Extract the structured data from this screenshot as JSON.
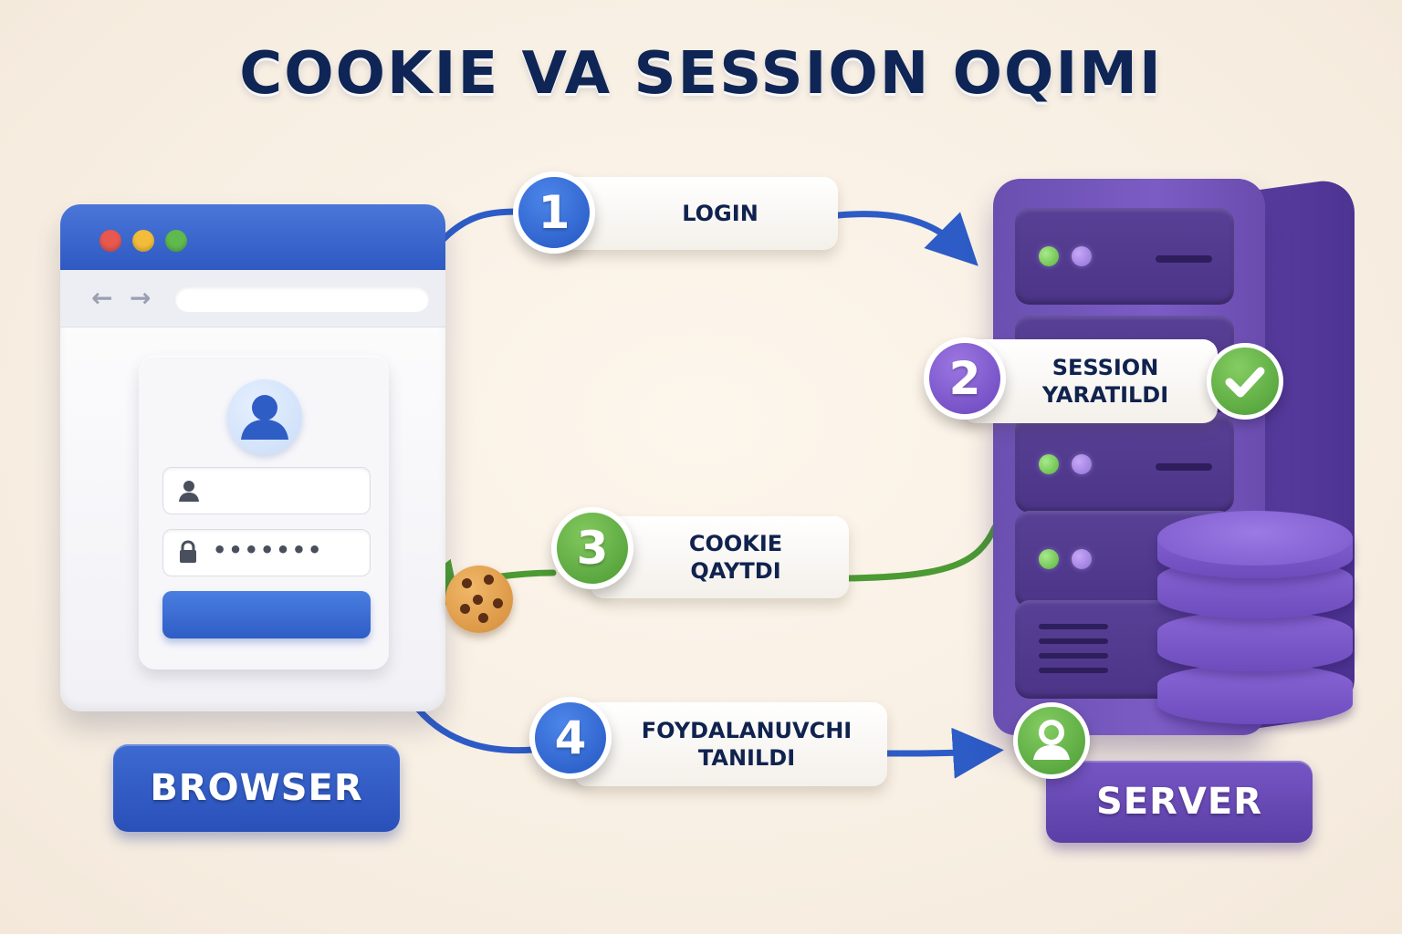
{
  "title": "COOKIE VA SESSION OQIMI",
  "colors": {
    "title": "#0e2556",
    "browser_blue": "#2f59c3",
    "server_purple": "#6a4fb0",
    "step_blue": "#2557c2",
    "step_purple": "#6a45bd",
    "step_green": "#4c9a34"
  },
  "browser": {
    "tag": "BROWSER",
    "nav_back_icon": "arrow-left-icon",
    "nav_forward_icon": "arrow-right-icon",
    "password_mask": "•••••••"
  },
  "server": {
    "tag": "SERVER"
  },
  "steps": [
    {
      "number": "1",
      "lines": [
        "LOGIN"
      ]
    },
    {
      "number": "2",
      "lines": [
        "SESSION",
        "YARATILDI"
      ]
    },
    {
      "number": "3",
      "lines": [
        "COOKIE",
        "QAYTDI"
      ]
    },
    {
      "number": "4",
      "lines": [
        "FOYDALANUVCHI",
        "TANILDI"
      ]
    }
  ]
}
